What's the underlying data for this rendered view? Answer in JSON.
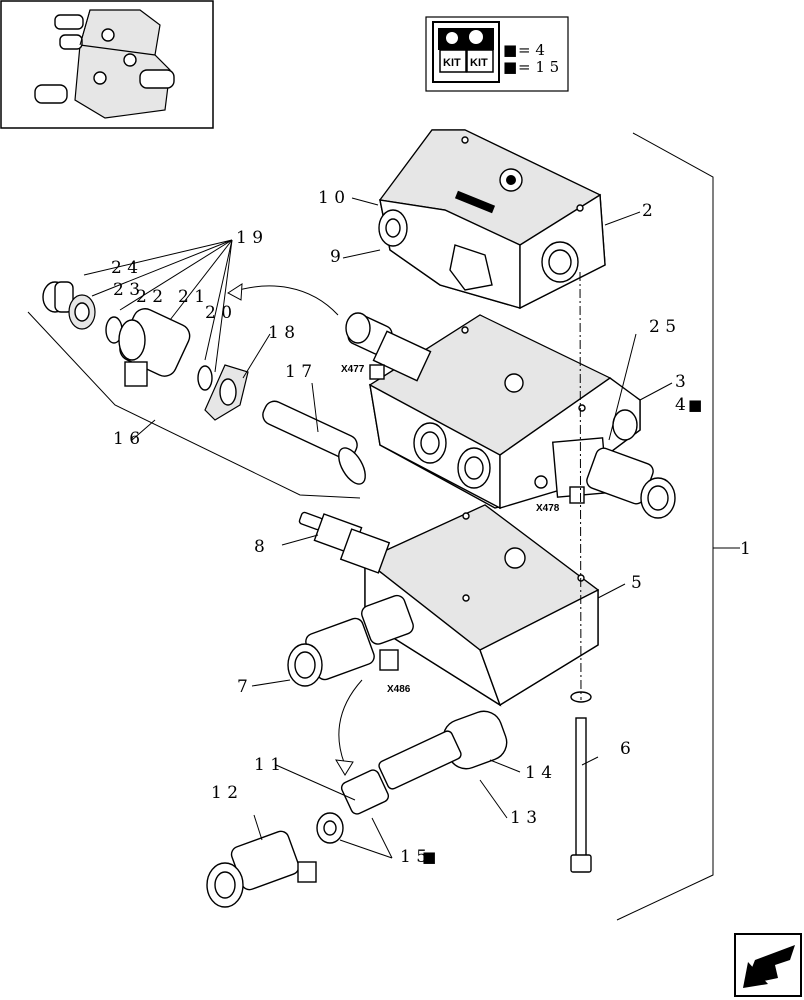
{
  "kit_box": {
    "kit_label_left": "KIT",
    "kit_label_right": "KIT",
    "legend": [
      {
        "symbol": "■",
        "text": "= 4"
      },
      {
        "symbol": "■",
        "text": "= 1 5"
      }
    ]
  },
  "callouts": {
    "c1": "1",
    "c2": "2",
    "c3": "3",
    "c4": "4",
    "c4_marker": "■",
    "c5": "5",
    "c6": "6",
    "c7": "7",
    "c8": "8",
    "c9": "9",
    "c10": "1 0",
    "c11": "1 1",
    "c12": "1 2",
    "c13": "1 3",
    "c14": "1 4",
    "c15": "1 5",
    "c15_marker": "■",
    "c16": "1 6",
    "c17": "1 7",
    "c18": "1 8",
    "c19": "1 9",
    "c20": "2 0",
    "c21": "2 1",
    "c22": "2 2",
    "c23": "2 3",
    "c24": "2 4",
    "c25": "2 5"
  },
  "connectors": {
    "x477": "X477",
    "x478": "X478",
    "x486": "X486"
  },
  "nav_icon": "back-arrow-icon"
}
